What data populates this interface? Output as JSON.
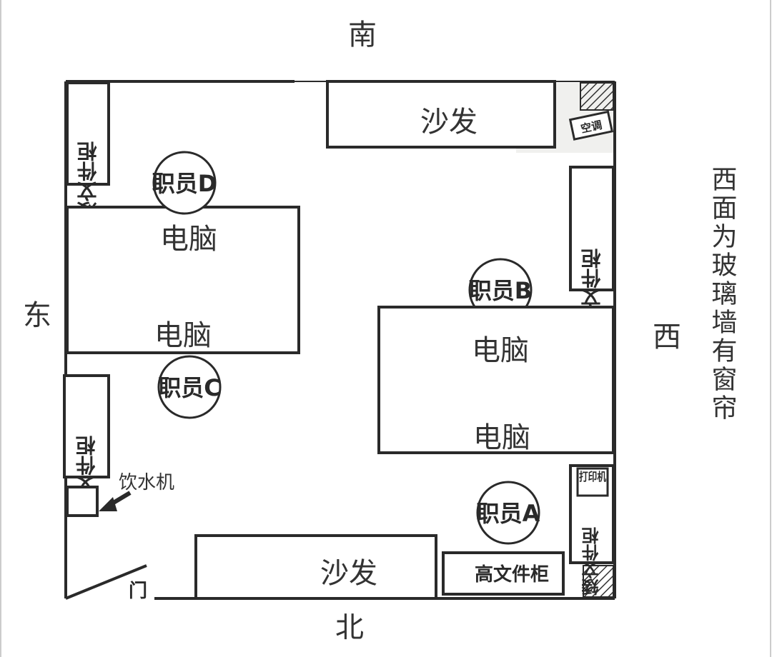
{
  "compass": {
    "south": "南",
    "north": "北",
    "east": "东",
    "west": "西"
  },
  "note": "西面为玻璃墙有窗帘",
  "furniture": {
    "sofa_label": "沙发",
    "computer_label": "电脑",
    "low_cabinet_label": "矮文件柜",
    "high_cabinet_label": "高文件柜",
    "ac_label": "空调",
    "printer_label": "打印机",
    "water_dispenser_label": "饮水机",
    "door_label": "门"
  },
  "staff": {
    "a": "职员A",
    "b": "职员B",
    "c": "职员C",
    "d": "职员D"
  },
  "colors": {
    "line": "#2a2a2a",
    "hatch": "#333333",
    "ac_area": "#f0f0ee"
  }
}
